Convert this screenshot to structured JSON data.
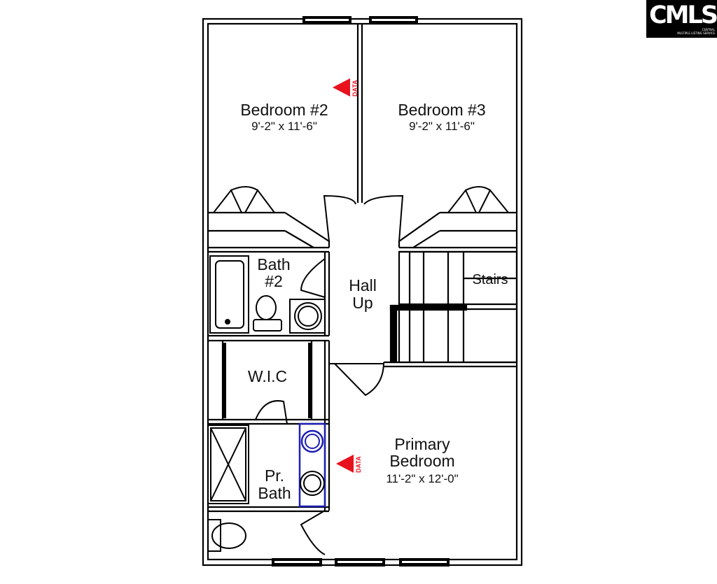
{
  "logo": {
    "text": "CMLS",
    "tagline_line1": "CENTRAL",
    "tagline_line2": "MULTIPLE LISTING SERVICE"
  },
  "rooms": {
    "bedroom2": {
      "name": "Bedroom #2",
      "dims": "9'-2\" x 11'-6\""
    },
    "bedroom3": {
      "name": "Bedroom #3",
      "dims": "9'-2\" x 11'-6\""
    },
    "bath2": {
      "line1": "Bath",
      "line2": "#2"
    },
    "hall": {
      "line1": "Hall",
      "line2": "Up"
    },
    "stairs": {
      "name": "Stairs"
    },
    "wic": {
      "name": "W.I.C"
    },
    "primary_bedroom": {
      "line1": "Primary",
      "line2": "Bedroom",
      "dims": "11'-2\" x 12'-0\""
    },
    "primary_bath": {
      "line1": "Pr.",
      "line2": "Bath"
    }
  },
  "markers": {
    "data_label": "DATA"
  },
  "colors": {
    "wall": "#000000",
    "marker": "#e8121f",
    "vanity_blue": "#1d1fb5"
  }
}
